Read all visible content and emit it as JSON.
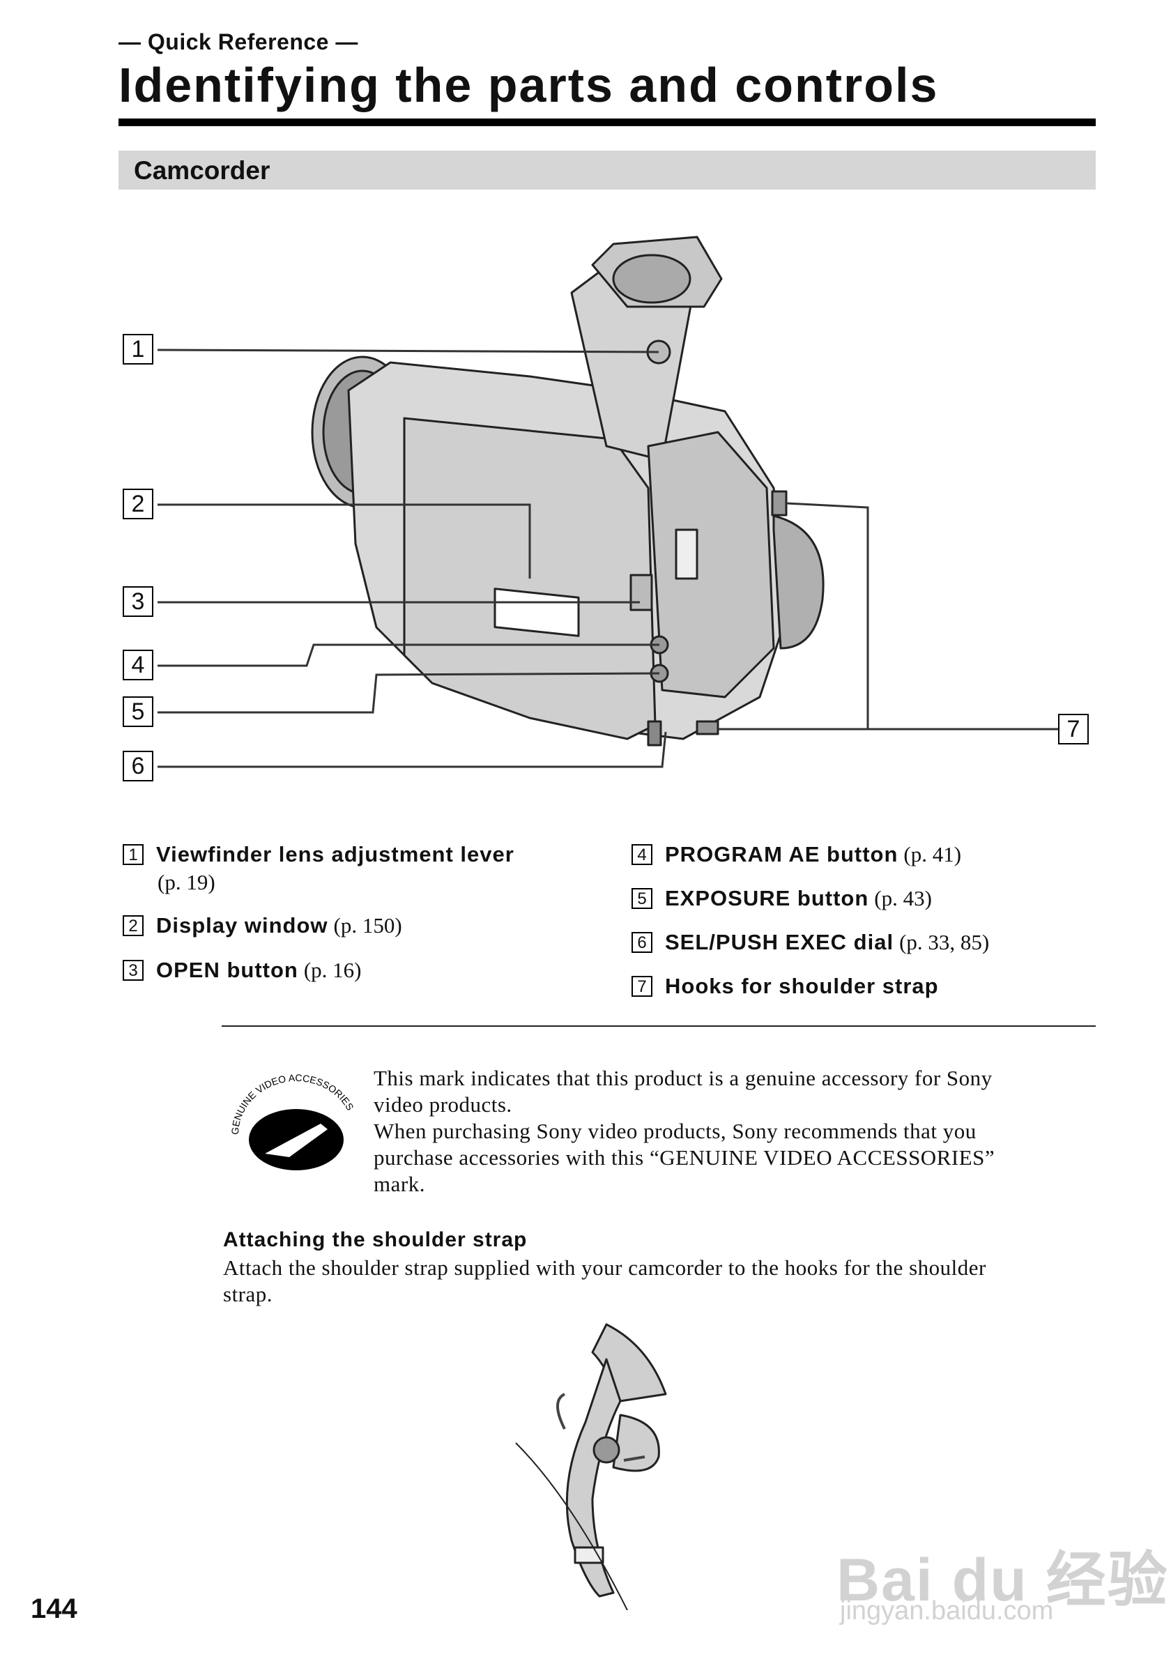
{
  "header": {
    "kicker": "— Quick Reference —",
    "title": "Identifying the parts and controls",
    "section": "Camcorder"
  },
  "diagram": {
    "callouts": [
      "1",
      "2",
      "3",
      "4",
      "5",
      "6",
      "7"
    ]
  },
  "legend": {
    "items": [
      {
        "num": "1",
        "label": "Viewfinder lens adjustment lever",
        "page": "",
        "page_line2": "(p. 19)"
      },
      {
        "num": "2",
        "label": "Display window",
        "page": "(p. 150)"
      },
      {
        "num": "3",
        "label": "OPEN button",
        "page": "(p. 16)"
      },
      {
        "num": "4",
        "label": "PROGRAM AE button",
        "page": "(p. 41)"
      },
      {
        "num": "5",
        "label": "EXPOSURE button",
        "page": "(p. 43)"
      },
      {
        "num": "6",
        "label": "SEL/PUSH EXEC dial",
        "page": "(p. 33, 85)"
      },
      {
        "num": "7",
        "label": "Hooks for shoulder strap",
        "page": ""
      }
    ]
  },
  "accessory_note": {
    "logo_text": "GENUINE VIDEO ACCESSORIES",
    "lines": [
      "This mark indicates that this product is a genuine accessory for Sony",
      "video products.",
      "When purchasing Sony video products, Sony recommends that you",
      "purchase accessories with this “GENUINE VIDEO ACCESSORIES”",
      "mark."
    ]
  },
  "shoulder_strap": {
    "heading": "Attaching the shoulder strap",
    "lines": [
      "Attach the shoulder strap supplied with your camcorder to the hooks for the shoulder",
      "strap."
    ]
  },
  "page_number": "144",
  "watermark": {
    "brand": "Bai du 经验",
    "url": "jingyan.baidu.com"
  }
}
